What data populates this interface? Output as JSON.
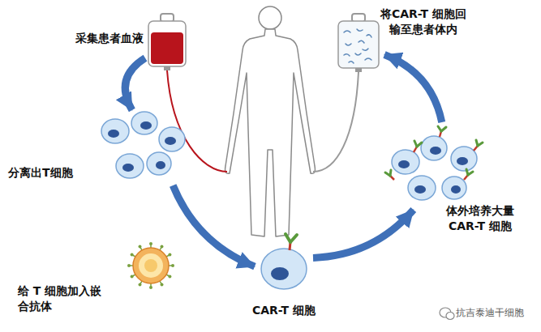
{
  "diagram": {
    "nodes": [
      {
        "text": [
          "采集患者血液"
        ]
      },
      {
        "text": [
          "分离出T细胞"
        ]
      },
      {
        "text": [
          "给 T 细胞加入嵌 合抗体"
        ]
      },
      {
        "text": [
          "CAR-T 细胞"
        ]
      },
      {
        "text": [
          "体外培养大量 CAR-T 细胞"
        ]
      },
      {
        "text": [
          "将CAR-T 细胞回 输至患者体内"
        ]
      }
    ],
    "edges": [
      {
        "from": 0,
        "to": 1,
        "arrow": "to"
      },
      {
        "from": 1,
        "to": 3,
        "arrow": "to"
      },
      {
        "from": 3,
        "to": 4,
        "arrow": "to"
      },
      {
        "from": 4,
        "to": 5,
        "arrow": "to"
      }
    ],
    "labels": [
      "抗吉泰迪干细胞"
    ]
  }
}
